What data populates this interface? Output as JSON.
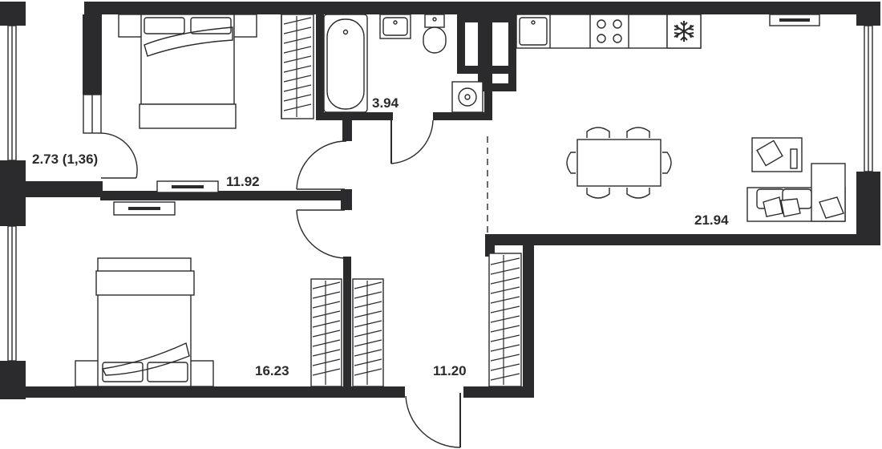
{
  "rooms": {
    "balcony": {
      "area": "2.73 (1,36)"
    },
    "bedroom_1": {
      "area": "11.92"
    },
    "bathroom": {
      "area": "3.94"
    },
    "kitchen_living": {
      "area": "21.94"
    },
    "bedroom_2": {
      "area": "16.23"
    },
    "hallway": {
      "area": "11.20"
    }
  },
  "icons": {
    "fridge": "snowflake-icon",
    "stove": "four-burner-hob",
    "bed": "double-bed",
    "bath": "bathtub",
    "toilet": "toilet",
    "sink": "sink",
    "washer": "washing-machine",
    "dining": "dining-table-6-chairs",
    "sofa": "corner-sofa",
    "tv": "tv-stand"
  },
  "colors": {
    "wall": "#2b2b2d",
    "background": "#ffffff"
  }
}
